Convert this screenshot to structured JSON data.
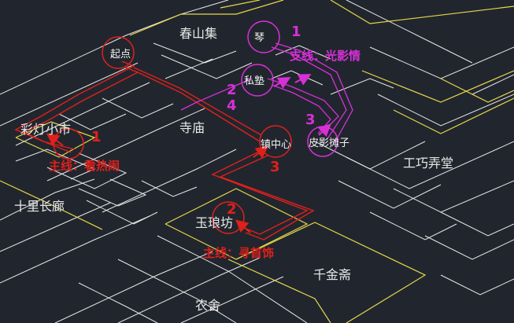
{
  "colors": {
    "background": "#21262e",
    "street": "#e8e8e8",
    "district": "#e8d84a",
    "main_route": "#e0201c",
    "branch_route": "#d830d8",
    "place_label": "#e8e8e8"
  },
  "places": {
    "chunshanji": "春山集",
    "caideng": "彩灯小市",
    "simiao": "寺庙",
    "shilichanglang": "十里长廊",
    "yulangfang": "玉琅坊",
    "qianjinzhai": "千金斋",
    "nongshe": "农舍",
    "gongqiaonongtang": "工巧弄堂"
  },
  "markers": {
    "start": "起点",
    "qin": "琴",
    "sishu": "私塾",
    "zhen_zhongxin": "镇中心",
    "piying_tanzi": "皮影摊子"
  },
  "route_labels": {
    "main_step_1": "1",
    "main_step_2": "2",
    "main_step_3": "3",
    "branch_step_1": "1",
    "branch_step_2": "2",
    "branch_step_3": "3",
    "branch_step_4": "4",
    "main_quest_1": "主线：看热闹",
    "main_quest_2": "主线：寻首饰",
    "branch_quest": "支线：光影情"
  }
}
